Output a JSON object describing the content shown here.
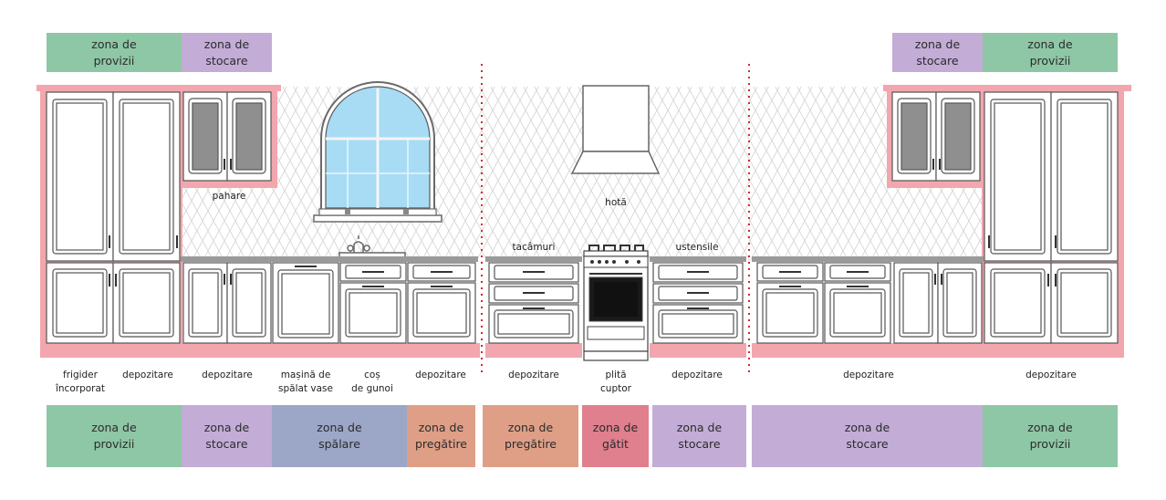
{
  "colors": {
    "provizii": "#8ec7a5",
    "stocare": "#c3acd6",
    "spalare": "#9ca6c6",
    "pregatire": "#df9f87",
    "gatit": "#e07f8d",
    "cabinet_frame": "#f2a6ad",
    "counter": "#9a9a9a",
    "divider": "#d6272f",
    "window_glass": "#a8dcf5"
  },
  "top_zones": [
    {
      "label": "zona de\nprovizii",
      "color": "provizii"
    },
    {
      "label": "zona de\nstocare",
      "color": "stocare"
    },
    {
      "label": "zona de\nstocare",
      "color": "stocare"
    },
    {
      "label": "zona de\nprovizii",
      "color": "provizii"
    }
  ],
  "bottom_zones": [
    {
      "label": "zona de\nprovizii",
      "color": "provizii"
    },
    {
      "label": "zona de\nstocare",
      "color": "stocare"
    },
    {
      "label": "zona de\nspălare",
      "color": "spalare"
    },
    {
      "label": "zona de\npregătire",
      "color": "pregatire"
    },
    {
      "label": "zona de\npregătire",
      "color": "pregatire"
    },
    {
      "label": "zona de\ngătit",
      "color": "gatit"
    },
    {
      "label": "zona de\nstocare",
      "color": "stocare"
    },
    {
      "label": "zona de\nstocare",
      "color": "stocare"
    },
    {
      "label": "zona de\nprovizii",
      "color": "provizii"
    }
  ],
  "item_labels": [
    {
      "text": "frigider\nîncorporat"
    },
    {
      "text": "depozitare"
    },
    {
      "text": "depozitare"
    },
    {
      "text": "mașină de\nspălat vase"
    },
    {
      "text": "coș\nde gunoi"
    },
    {
      "text": "depozitare"
    },
    {
      "text": "depozitare"
    },
    {
      "text": "plită\ncuptor"
    },
    {
      "text": "depozitare"
    },
    {
      "text": "depozitare"
    },
    {
      "text": "depozitare"
    }
  ],
  "inline_labels": {
    "pahare": "pahare",
    "hota": "hotă",
    "tacamuri": "tacâmuri",
    "ustensile": "ustensile"
  }
}
